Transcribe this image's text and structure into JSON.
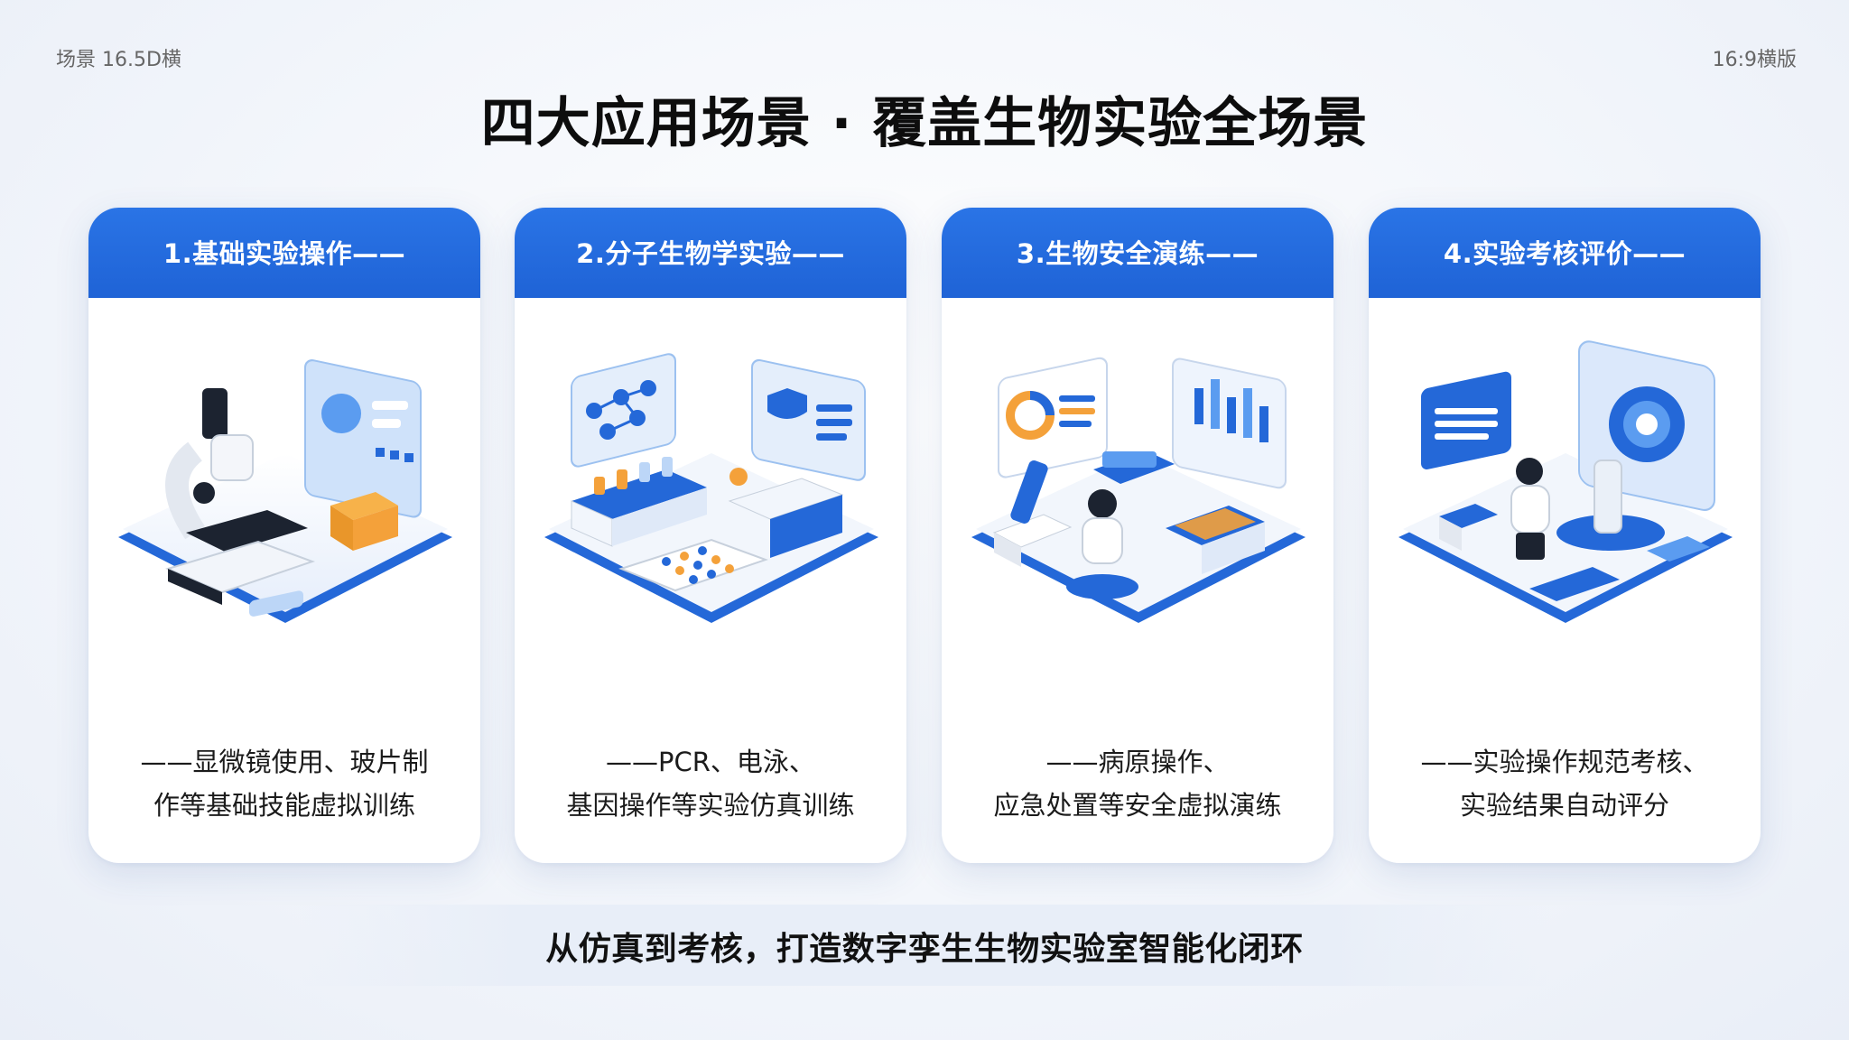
{
  "corner_left": "场景 16.5D横",
  "corner_right": "16:9横版",
  "title": "四大应用场景 · 覆盖生物实验全场景",
  "cards": [
    {
      "header": "1.基础实验操作——",
      "desc_line1": "——显微镜使用、玻片制",
      "desc_line2": "作等基础技能虚拟训练",
      "illustration": "microscope-lab-icon"
    },
    {
      "header": "2.分子生物学实验——",
      "desc_line1": "——PCR、电泳、",
      "desc_line2": "基因操作等实验仿真训练",
      "illustration": "molecular-lab-icon"
    },
    {
      "header": "3.生物安全演练——",
      "desc_line1": "——病原操作、",
      "desc_line2": "应急处置等安全虚拟演练",
      "illustration": "biosafety-lab-icon"
    },
    {
      "header": "4.实验考核评价——",
      "desc_line1": "——实验操作规范考核、",
      "desc_line2": "实验结果自动评分",
      "illustration": "assessment-lab-icon"
    }
  ],
  "footer": "从仿真到考核，打造数字孪生生物实验室智能化闭环",
  "colors": {
    "accent": "#1f63d6",
    "light_blue": "#bcd6f7",
    "orange": "#f4a13a",
    "base": "#ffffff"
  }
}
